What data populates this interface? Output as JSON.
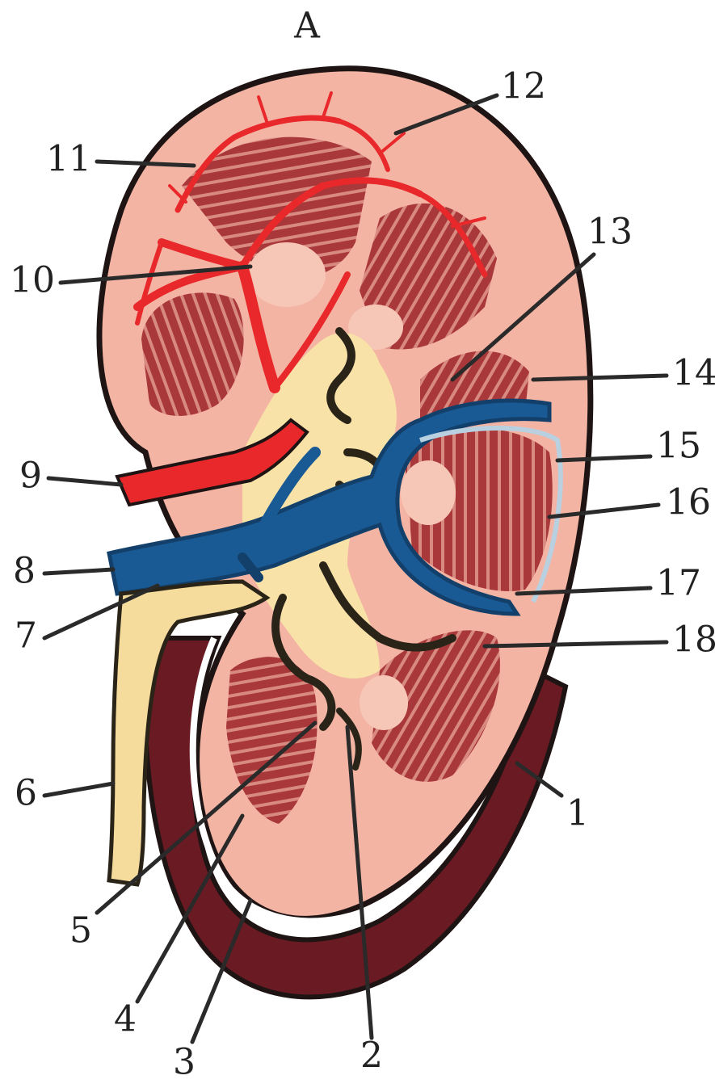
{
  "figure": {
    "title_letter": "A",
    "colors": {
      "capsule_outline": "#1e1414",
      "cortex": "#f4b4a4",
      "pyramid": "#a8383a",
      "pyramid_stripe": "#d98a80",
      "papilla": "#f6c6b6",
      "sinus_fat": "#f8e2a8",
      "ureter": "#f6dc9c",
      "artery": "#e8282a",
      "vein": "#1a5a94",
      "vein_dark": "#12406a",
      "capsule_outer": "#6a1a22",
      "label_text": "#222222"
    }
  },
  "labels": [
    {
      "id": "1",
      "text": "1"
    },
    {
      "id": "2",
      "text": "2"
    },
    {
      "id": "3",
      "text": "3"
    },
    {
      "id": "4",
      "text": "4"
    },
    {
      "id": "5",
      "text": "5"
    },
    {
      "id": "6",
      "text": "6"
    },
    {
      "id": "7",
      "text": "7"
    },
    {
      "id": "8",
      "text": "8"
    },
    {
      "id": "9",
      "text": "9"
    },
    {
      "id": "10",
      "text": "10"
    },
    {
      "id": "11",
      "text": "11"
    },
    {
      "id": "12",
      "text": "12"
    },
    {
      "id": "13",
      "text": "13"
    },
    {
      "id": "14",
      "text": "14"
    },
    {
      "id": "15",
      "text": "15"
    },
    {
      "id": "16",
      "text": "16"
    },
    {
      "id": "17",
      "text": "17"
    },
    {
      "id": "18",
      "text": "18"
    }
  ]
}
